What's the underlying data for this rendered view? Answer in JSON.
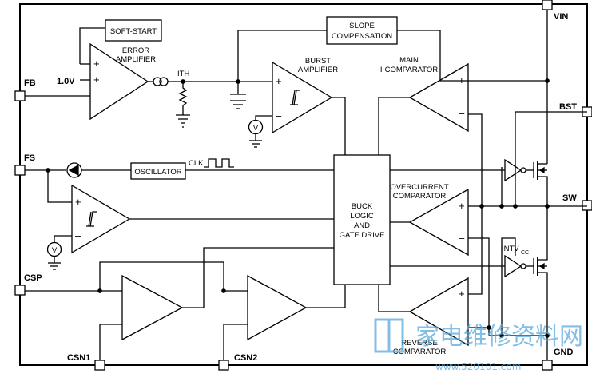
{
  "pins": {
    "vin": "VIN",
    "fb": "FB",
    "fs": "FS",
    "csp": "CSP",
    "csn1": "CSN1",
    "csn2": "CSN2",
    "bst": "BST",
    "sw": "SW",
    "gnd": "GND"
  },
  "blocks": {
    "soft_start": "SOFT-START",
    "slope_line1": "SLOPE",
    "slope_line2": "COMPENSATION",
    "oscillator": "OSCILLATOR",
    "buck_line1": "BUCK",
    "buck_line2": "LOGIC",
    "buck_line3": "AND",
    "buck_line4": "GATE DRIVE"
  },
  "labels": {
    "error_amp_line1": "ERROR",
    "error_amp_line2": "AMPLIFIER",
    "burst_amp_line1": "BURST",
    "burst_amp_line2": "AMPLIFIER",
    "main_comp_line1": "MAIN",
    "main_comp_line2": "I-COMPARATOR",
    "overcurrent_line1": "OVERCURRENT",
    "overcurrent_line2": "COMPARATOR",
    "reverse_line1": "REVERSE",
    "reverse_line2": "COMPARATOR",
    "ith": "ITH",
    "clk": "CLK",
    "ref_voltage": "1.0V",
    "intv": "INTV",
    "intv_sub": "CC",
    "plus": "+",
    "minus": "–",
    "vsrc": "V"
  },
  "watermark": {
    "text": "家电维修资料网",
    "url": "www.520101.com"
  },
  "colors": {
    "line": "#000000",
    "background": "#ffffff",
    "watermark": "#5aa9dc"
  }
}
